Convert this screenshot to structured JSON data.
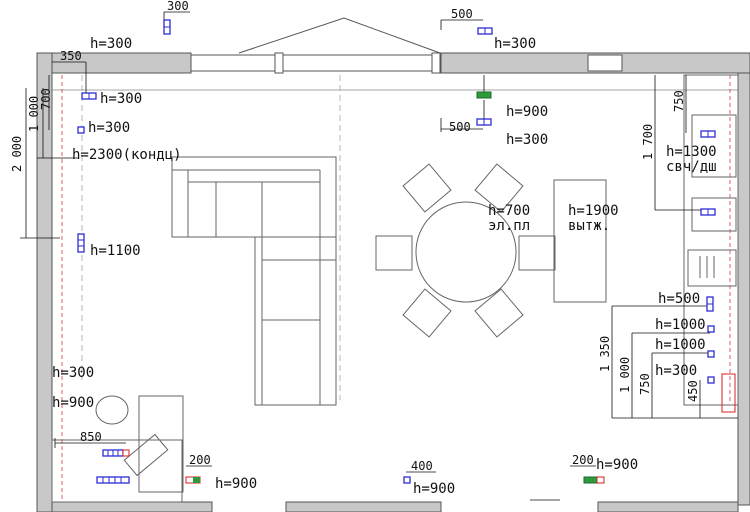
{
  "plan": {
    "heights": {
      "h300_top": "h=300",
      "h300_top_right": "h=300",
      "h300_left_a": "h=300",
      "h300_left_b": "h=300",
      "h2300": "h=2300(кондц)",
      "h1100": "h=1100",
      "h900_center": "h=900",
      "h300_center": "h=300",
      "h1300": "h=1300",
      "svch": "свч/дш",
      "h700": "h=700",
      "elpl": "эл.пл",
      "h1900": "h=1900",
      "vytzh": "вытж.",
      "h500_right": "h=500",
      "h1000_a": "h=1000",
      "h1000_b": "h=1000",
      "h300_right": "h=300",
      "h300_desk": "h=300",
      "h900_desk": "h=900",
      "h900_b1": "h=900",
      "h900_b2": "h=900",
      "h900_b3": "h=900"
    },
    "dims": {
      "d300": "300",
      "d500_top": "500",
      "d350": "350",
      "d700_left": "700",
      "d1000_left": "1 000",
      "d2000": "2 000",
      "d500_mid": "500",
      "d750_right": "750",
      "d1700": "1 700",
      "d1350": "1 350",
      "d1000_right": "1 000",
      "d750_low": "750",
      "d450": "450",
      "d850": "850",
      "d200_a": "200",
      "d400": "400",
      "d200_b": "200"
    },
    "colors": {
      "socket": "#2b2bd6",
      "socket_green": "#2e9a3e",
      "socket_red": "#d42020",
      "wall": "#c8c8c8",
      "furniture": "#666666"
    }
  }
}
